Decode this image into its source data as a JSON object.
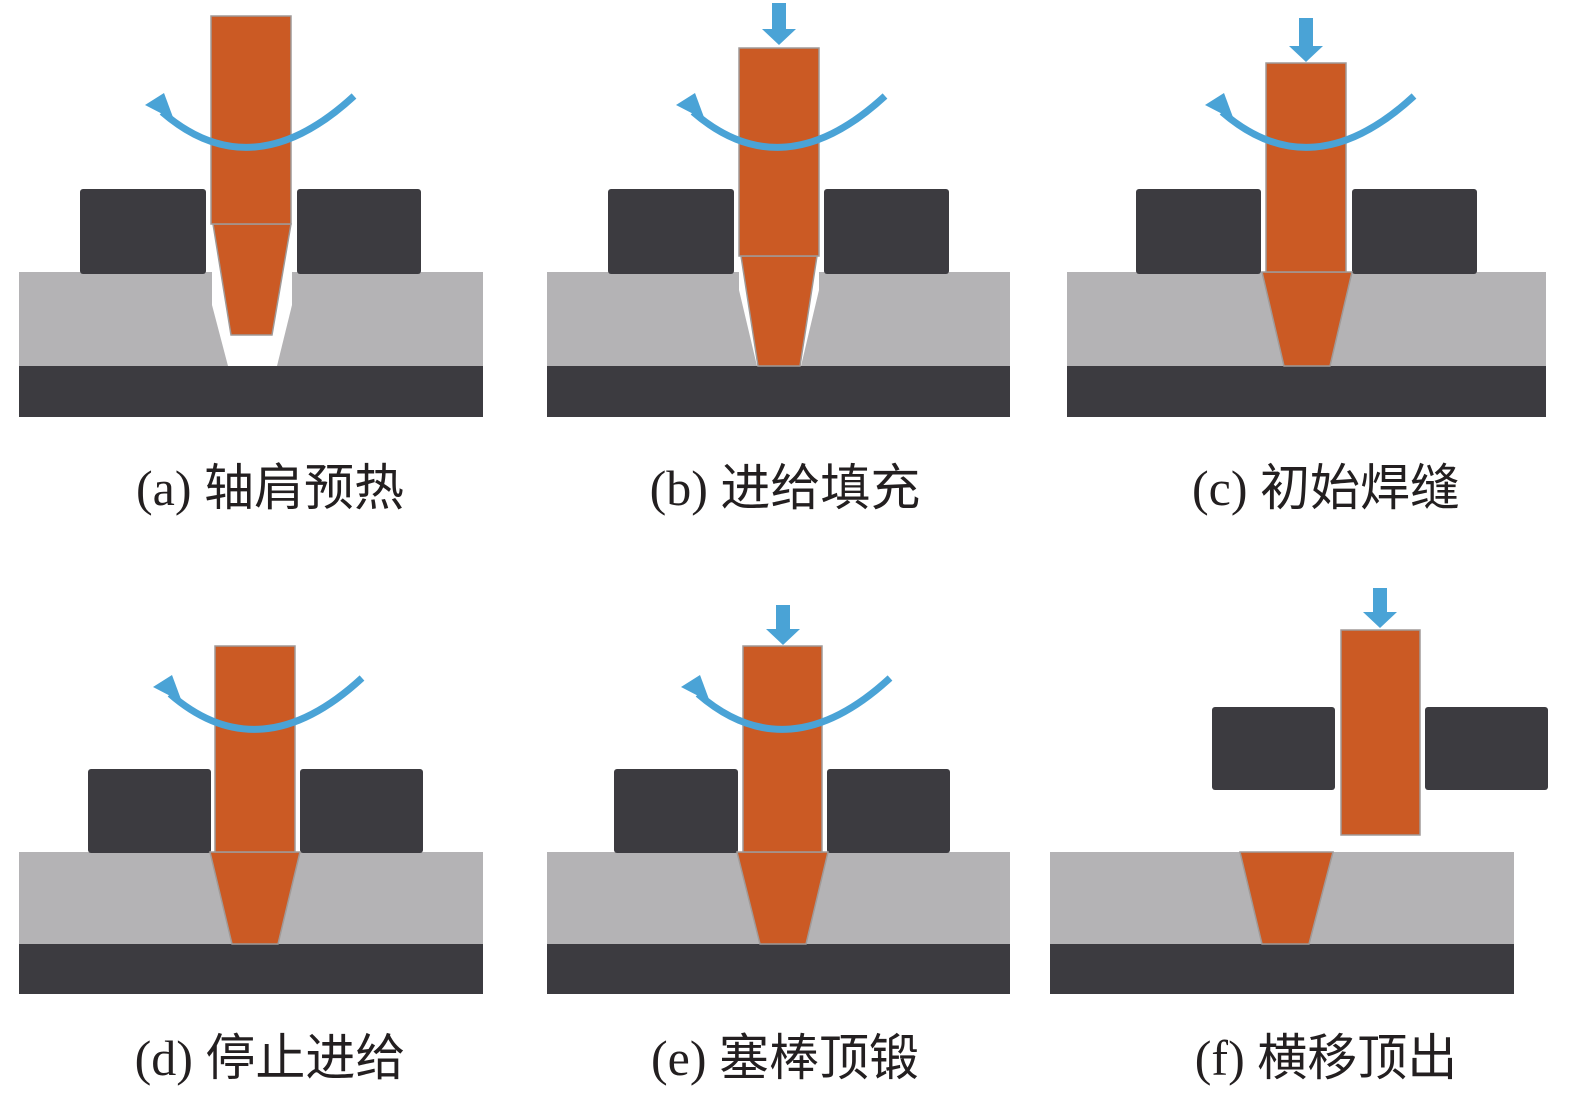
{
  "colors": {
    "rod": "#cb5a24",
    "rod_edge": "#a09a98",
    "plate": "#b4b3b5",
    "base": "#3c3b40",
    "clamp": "#3c3b40",
    "arrow": "#4aa3d6",
    "hole": "#ffffff"
  },
  "panels": [
    {
      "label": "(a) 轴肩预热",
      "has_rotation": true,
      "has_down_arrow": false
    },
    {
      "label": "(b) 进给填充",
      "has_rotation": true,
      "has_down_arrow": true
    },
    {
      "label": "(c) 初始焊缝",
      "has_rotation": true,
      "has_down_arrow": true
    },
    {
      "label": "(d) 停止进给",
      "has_rotation": true,
      "has_down_arrow": false
    },
    {
      "label": "(e) 塞棒顶锻",
      "has_rotation": true,
      "has_down_arrow": true
    },
    {
      "label": "(f) 横移顶出",
      "has_rotation": false,
      "has_down_arrow": true
    }
  ]
}
